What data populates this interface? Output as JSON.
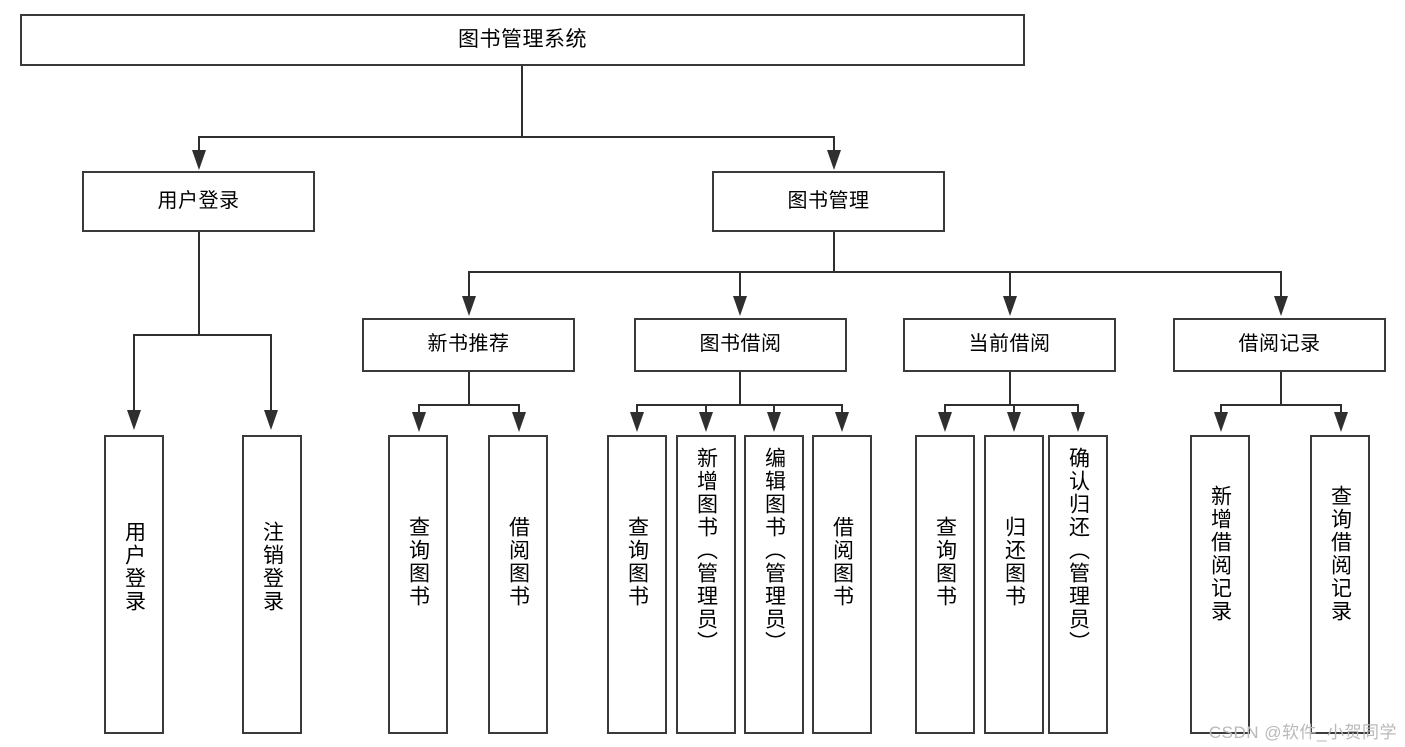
{
  "diagram": {
    "title": "图书管理系统",
    "type": "tree-hierarchy",
    "root": {
      "label": "图书管理系统"
    },
    "level1": [
      {
        "label": "用户登录"
      },
      {
        "label": "图书管理"
      }
    ],
    "level2_under_book_management": [
      {
        "label": "新书推荐"
      },
      {
        "label": "图书借阅"
      },
      {
        "label": "当前借阅"
      },
      {
        "label": "借阅记录"
      }
    ],
    "leaves_user_login": [
      {
        "label": "用户登录"
      },
      {
        "label": "注销登录"
      }
    ],
    "leaves_new_book_recommend": [
      {
        "label": "查询图书"
      },
      {
        "label": "借阅图书"
      }
    ],
    "leaves_book_borrow": [
      {
        "label": "查询图书"
      },
      {
        "label": "新增图书（管理员）"
      },
      {
        "label": "编辑图书（管理员）"
      },
      {
        "label": "借阅图书"
      }
    ],
    "leaves_current_borrow": [
      {
        "label": "查询图书"
      },
      {
        "label": "归还图书"
      },
      {
        "label": "确认归还（管理员）"
      }
    ],
    "leaves_borrow_record": [
      {
        "label": "新增借阅记录"
      },
      {
        "label": "查询借阅记录"
      }
    ]
  },
  "watermark": {
    "text": "CSDN @软件_小贺同学"
  },
  "colors": {
    "box_border": "#3a3a3a",
    "connector": "#2f2f2f",
    "background": "#ffffff",
    "watermark": "#b9b9b9"
  }
}
